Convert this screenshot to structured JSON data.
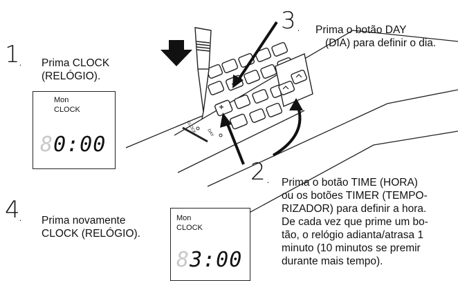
{
  "steps": [
    {
      "number": "1",
      "text": [
        "Prima CLOCK",
        "(RELÓGIO)."
      ]
    },
    {
      "number": "2",
      "text": [
        "Prima o botão TIME (HORA)",
        "ou os botões TIMER (TEMPO-",
        "RIZADOR) para definir a hora.",
        "De cada vez que prime um bo-",
        "tão, o relógio adianta/atrasa 1",
        "minuto (10 minutos se premir",
        "durante mais tempo)."
      ]
    },
    {
      "number": "3",
      "text": [
        "Prima o botão DAY",
        "(DIA) para definir o dia."
      ]
    },
    {
      "number": "4",
      "text": [
        "Prima novamente",
        "CLOCK (RELÓGIO)."
      ]
    }
  ],
  "display_1": {
    "day": "Mon",
    "label": "CLOCK",
    "ghost_digit": "8",
    "time": "0:00"
  },
  "display_4": {
    "day": "Mon",
    "label": "CLOCK",
    "ghost_digit": "8",
    "time": "3:00"
  },
  "remote_labels": {
    "clock": "CLOCK",
    "day": "DAY"
  }
}
